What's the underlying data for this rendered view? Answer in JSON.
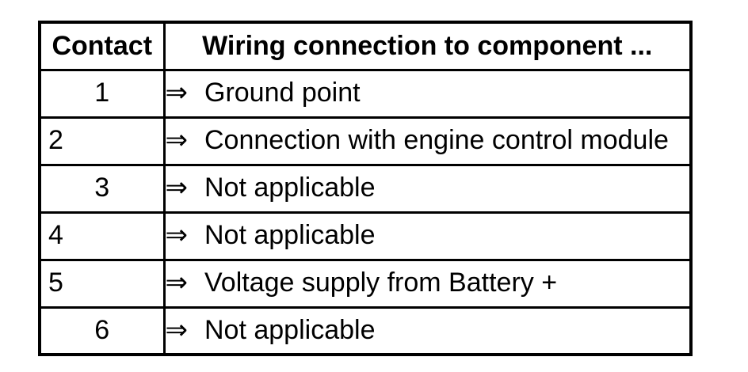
{
  "colors": {
    "border": "#000000",
    "text": "#000000",
    "background": "#ffffff"
  },
  "table": {
    "arrow_icon": "⇒",
    "columns": [
      {
        "label": "Contact"
      },
      {
        "label": "Wiring connection to component ..."
      }
    ],
    "rows": [
      {
        "contact": "1",
        "align": "center",
        "description": "Ground point"
      },
      {
        "contact": "2",
        "align": "left",
        "description": "Connection with engine control module"
      },
      {
        "contact": "3",
        "align": "center",
        "description": "Not applicable"
      },
      {
        "contact": "4",
        "align": "left",
        "description": "Not applicable"
      },
      {
        "contact": "5",
        "align": "left",
        "description": "Voltage supply from Battery +"
      },
      {
        "contact": "6",
        "align": "center",
        "description": "Not applicable"
      }
    ]
  }
}
